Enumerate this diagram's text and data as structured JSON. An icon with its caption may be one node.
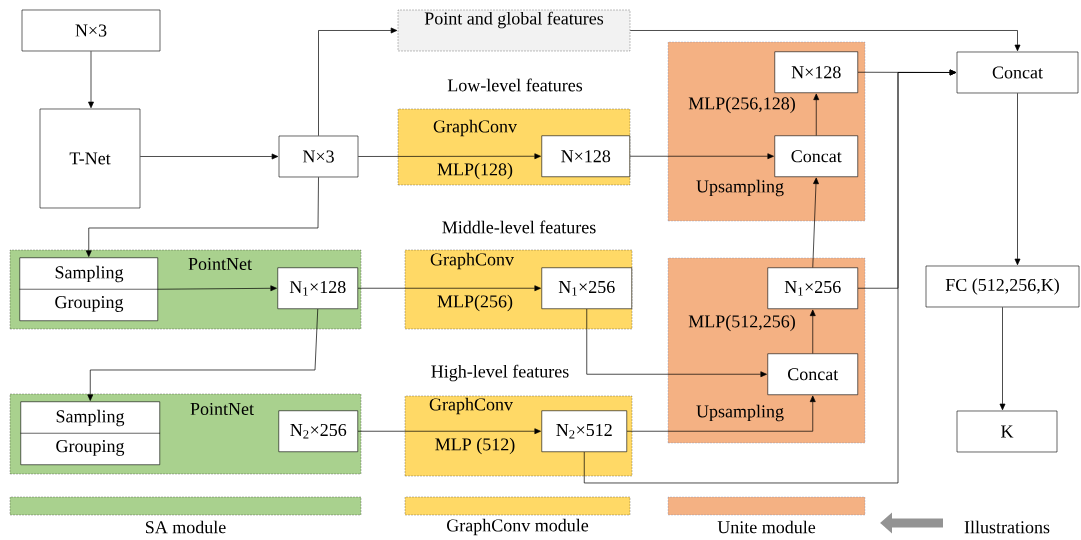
{
  "diagram": {
    "nodes": [
      {
        "text": [
          "N×3"
        ]
      },
      {
        "text": [
          "T-Net"
        ]
      },
      {
        "text": [
          "N×3"
        ]
      },
      {
        "text": [
          "Point and global features"
        ]
      },
      {
        "text": [
          "GraphConv",
          "MLP(128)"
        ]
      },
      {
        "text": [
          "N×128"
        ],
        "in": 4
      },
      {
        "text": [
          "MLP(256,128)",
          "Upsampling"
        ]
      },
      {
        "text": [
          "N×128"
        ],
        "in": 6
      },
      {
        "text": [
          "Concat"
        ],
        "in": 6
      },
      {
        "text": [
          "Concat"
        ]
      },
      {
        "text": [
          "PointNet"
        ]
      },
      {
        "text": [
          "Sampling",
          "Grouping"
        ],
        "in": 10
      },
      {
        "text": [
          "N$_{1}$×128"
        ],
        "in": 10
      },
      {
        "text": [
          "GraphConv",
          "MLP(256)"
        ]
      },
      {
        "text": [
          "N$_{1}$×256"
        ],
        "in": 13
      },
      {
        "text": [
          "MLP(512,256)",
          "Upsampling"
        ]
      },
      {
        "text": [
          "N$_{1}$×256"
        ],
        "in": 15
      },
      {
        "text": [
          "Concat"
        ],
        "in": 15
      },
      {
        "text": [
          "FC (512,256,K)"
        ]
      },
      {
        "text": [
          "PointNet"
        ]
      },
      {
        "text": [
          "Sampling",
          "Grouping"
        ],
        "in": 19
      },
      {
        "text": [
          "N$_{2}$×256"
        ],
        "in": 19
      },
      {
        "text": [
          "GraphConv",
          "MLP (512)"
        ]
      },
      {
        "text": [
          "N$_{2}$×512"
        ],
        "in": 22
      },
      {
        "text": [
          "K"
        ]
      }
    ],
    "edges": [
      {
        "from": 0,
        "to": 1,
        "arrow": "to"
      },
      {
        "from": 1,
        "to": 2,
        "arrow": "to"
      },
      {
        "from": 2,
        "to": 3,
        "arrow": "to"
      },
      {
        "from": 2,
        "to": 5,
        "arrow": "to"
      },
      {
        "from": 2,
        "to": 11,
        "arrow": "to"
      },
      {
        "from": 5,
        "to": 8,
        "arrow": "to"
      },
      {
        "from": 8,
        "to": 7,
        "arrow": "to"
      },
      {
        "from": 7,
        "to": 9,
        "arrow": "to"
      },
      {
        "from": 3,
        "to": 9,
        "arrow": "to"
      },
      {
        "from": 11,
        "to": 12,
        "arrow": "to"
      },
      {
        "from": 12,
        "to": 14,
        "arrow": "to"
      },
      {
        "from": 12,
        "to": 20,
        "arrow": "to"
      },
      {
        "from": 14,
        "to": 17,
        "arrow": "to"
      },
      {
        "from": 17,
        "to": 16,
        "arrow": "to"
      },
      {
        "from": 16,
        "to": 8,
        "arrow": "to"
      },
      {
        "from": 16,
        "to": 9,
        "arrow": "to"
      },
      {
        "from": 23,
        "to": 9,
        "arrow": "to"
      },
      {
        "from": 21,
        "to": 23,
        "arrow": "to"
      },
      {
        "from": 23,
        "to": 17,
        "arrow": "to"
      },
      {
        "from": 9,
        "to": 18,
        "arrow": "to"
      },
      {
        "from": 18,
        "to": 24,
        "arrow": "to"
      }
    ],
    "labels": [
      "Low-level features",
      "Middle-level features",
      "High-level features",
      "Illustrations"
    ],
    "legend": [
      {
        "text": "SA module",
        "color": "#a9d18e"
      },
      {
        "text": "GraphConv module",
        "color": "#ffd966"
      },
      {
        "text": "Unite module",
        "color": "#f4b183"
      }
    ]
  }
}
